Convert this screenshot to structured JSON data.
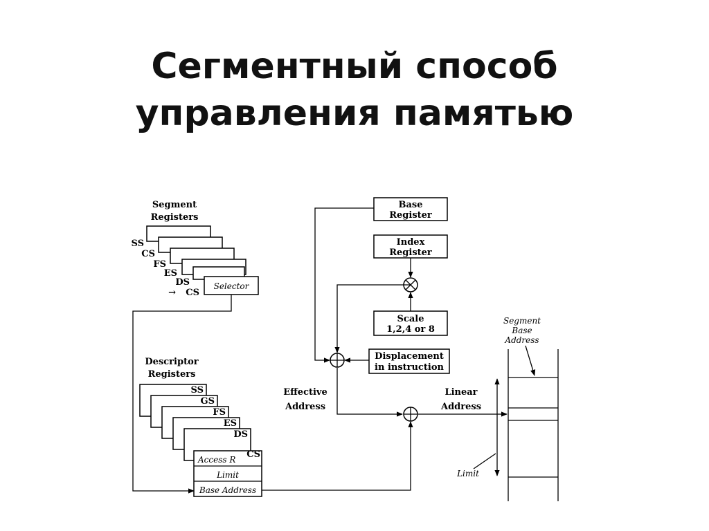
{
  "title": {
    "line1": "Сегментный способ",
    "line2": "управления памятью"
  },
  "segment_registers": {
    "heading_line1": "Segment",
    "heading_line2": "Registers",
    "items": [
      "SS",
      "CS",
      "FS",
      "ES",
      "DS",
      "CS"
    ],
    "selector_label": "Selector",
    "active_marker": "→"
  },
  "descriptor_registers": {
    "heading_line1": "Descriptor",
    "heading_line2": "Registers",
    "items": [
      "SS",
      "GS",
      "FS",
      "ES",
      "DS",
      "CS"
    ],
    "fields": [
      "Access R",
      "Limit",
      "Base Address"
    ]
  },
  "address_unit": {
    "base_register_line1": "Base",
    "base_register_line2": "Register",
    "index_register_line1": "Index",
    "index_register_line2": "Register",
    "scale_line1": "Scale",
    "scale_line2": "1,2,4 or 8",
    "displacement_line1": "Displacement",
    "displacement_line2": "in instruction",
    "effective_line1": "Effective",
    "effective_line2": "Address",
    "linear_line1": "Linear",
    "linear_line2": "Address"
  },
  "memory": {
    "segment_base_line1": "Segment",
    "segment_base_line2": "Base",
    "segment_base_line3": "Address",
    "limit_label": "Limit"
  },
  "colors": {
    "stroke": "#000000",
    "background": "#ffffff",
    "title": "#111111"
  }
}
